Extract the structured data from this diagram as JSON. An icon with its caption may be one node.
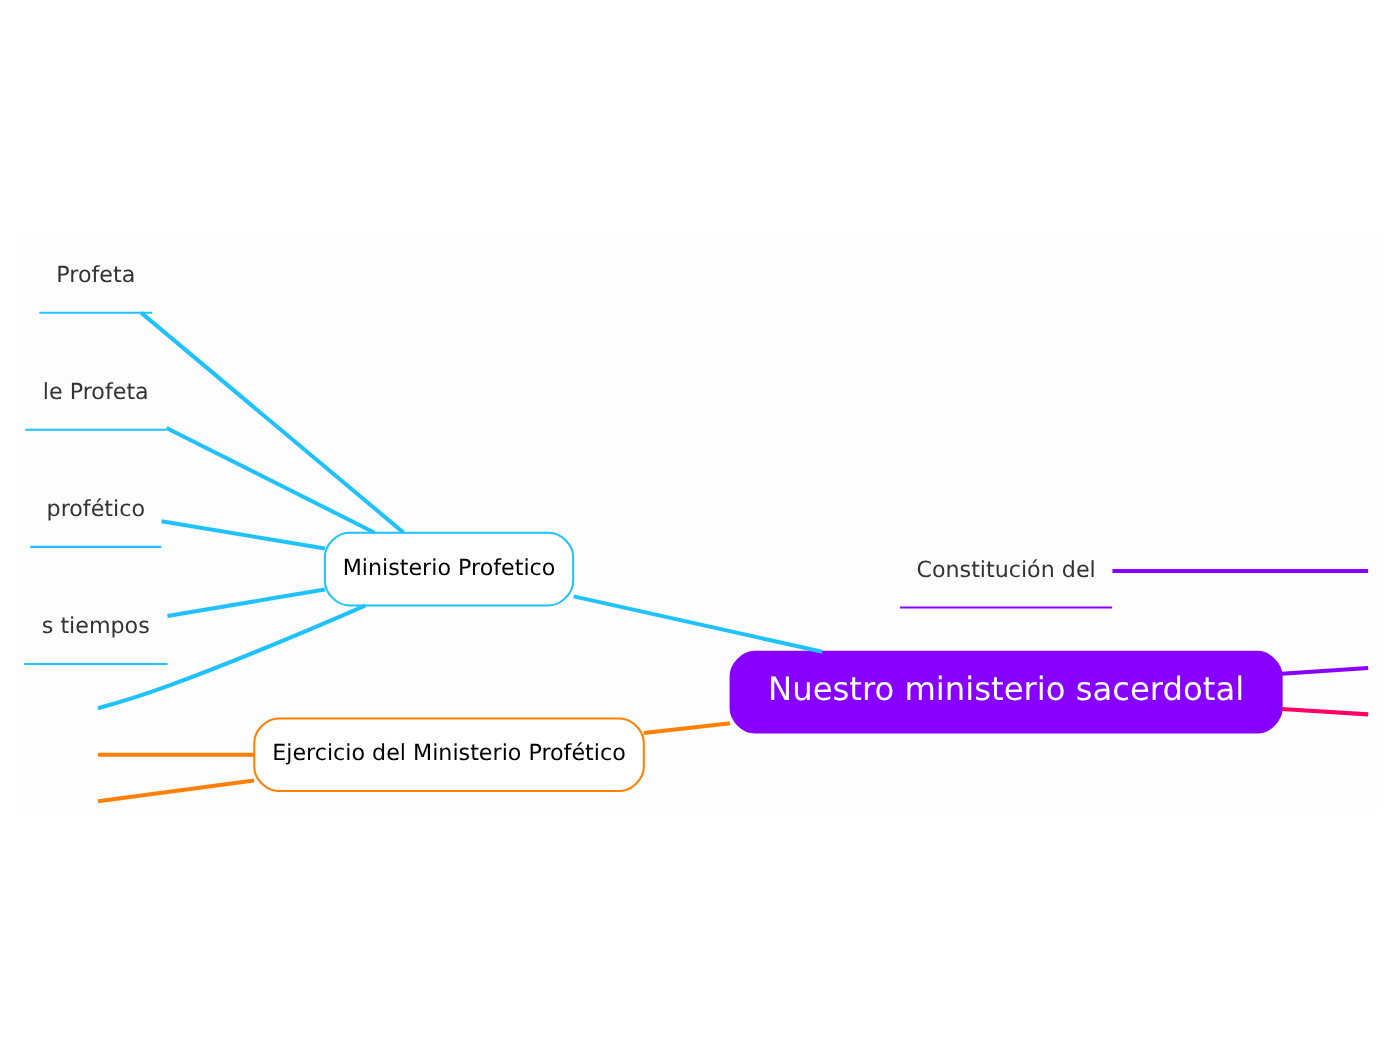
{
  "diagram": {
    "nodes": [
      {
        "text": [
          "Nuestro ministerio sacerdotal"
        ]
      },
      {
        "text": [
          "Ministerio Profetico"
        ]
      },
      {
        "text": [
          "Profeta"
        ]
      },
      {
        "text": [
          "le Profeta"
        ]
      },
      {
        "text": [
          "profético"
        ]
      },
      {
        "text": [
          "s tiempos"
        ]
      },
      {
        "text": [
          "Ejercicio del Ministerio Profético"
        ]
      },
      {
        "text": [
          "Constitución del"
        ]
      }
    ],
    "edges": [
      {
        "from": 0,
        "to": 1,
        "arrow": "none"
      },
      {
        "from": 1,
        "to": null,
        "arrow": "none"
      },
      {
        "from": 1,
        "to": 2,
        "arrow": "none"
      },
      {
        "from": 1,
        "to": 3,
        "arrow": "none"
      },
      {
        "from": 1,
        "to": 4,
        "arrow": "none"
      },
      {
        "from": 1,
        "to": 5,
        "arrow": "none"
      },
      {
        "from": 0,
        "to": 6,
        "arrow": "none",
        "color": "#ff8000"
      },
      {
        "from": 6,
        "to": null,
        "arrow": "none",
        "color": "#ff8000"
      },
      {
        "from": 6,
        "to": null,
        "arrow": "none",
        "color": "#ff8000"
      },
      {
        "from": 0,
        "to": null,
        "arrow": "none",
        "color": "#8800ff"
      },
      {
        "from": null,
        "to": 7,
        "arrow": "none",
        "color": "#8800ff"
      },
      {
        "from": 0,
        "to": null,
        "arrow": "none",
        "color": "#ff0066"
      }
    ]
  }
}
